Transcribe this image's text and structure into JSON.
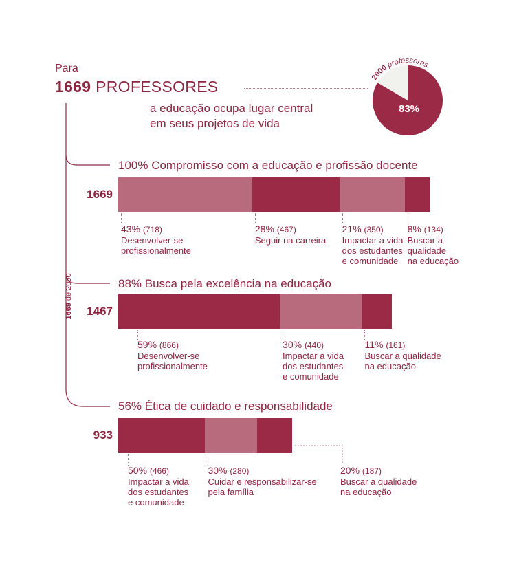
{
  "header": {
    "prefix": "Para",
    "count": "1669",
    "word": "PROFESSORES",
    "line1": "a educação ocupa lugar central",
    "line2": "em seus projetos de vida"
  },
  "pie": {
    "total_label": "2000",
    "total_word": "professores",
    "percent_label": "83%",
    "fraction": 0.8345,
    "colors": {
      "main": "#9a2a46",
      "rest": "#f1f2ee"
    }
  },
  "side_label": {
    "count": "1669",
    "rest": "de 2000"
  },
  "colors": {
    "dark": "#9a2a46",
    "light": "#b86b7c"
  },
  "chart_data": {
    "type": "bar",
    "stacked": true,
    "orientation": "horizontal",
    "groups": [
      {
        "title_pct": "100%",
        "title": "Compromisso com a educação e profissão docente",
        "total": 1669,
        "total_label": "1669",
        "segments": [
          {
            "pct": "43%",
            "count": "(718)",
            "value": 718,
            "line1": "Desenvolver-se",
            "line2": "profissionalmente",
            "line3": "",
            "shade": "light"
          },
          {
            "pct": "28%",
            "count": "(467)",
            "value": 467,
            "line1": "Seguir na carreira",
            "line2": "",
            "line3": "",
            "shade": "dark"
          },
          {
            "pct": "21%",
            "count": "(350)",
            "value": 350,
            "line1": "Impactar a vida",
            "line2": "dos estudantes",
            "line3": "e comunidade",
            "shade": "light"
          },
          {
            "pct": "8%",
            "count": "(134)",
            "value": 134,
            "line1": "Buscar a",
            "line2": "qualidade",
            "line3": "na educação",
            "shade": "dark"
          }
        ]
      },
      {
        "title_pct": "88%",
        "title": "Busca pela excelência na educação",
        "total": 1467,
        "total_label": "1467",
        "segments": [
          {
            "pct": "59%",
            "count": "(866)",
            "value": 866,
            "line1": "Desenvolver-se",
            "line2": "profissionalmente",
            "line3": "",
            "shade": "dark"
          },
          {
            "pct": "30%",
            "count": "(440)",
            "value": 440,
            "line1": "Impactar a vida",
            "line2": "dos estudantes",
            "line3": "e comunidade",
            "shade": "light"
          },
          {
            "pct": "11%",
            "count": "(161)",
            "value": 161,
            "line1": "Buscar a qualidade",
            "line2": "na educação",
            "line3": "",
            "shade": "dark"
          }
        ]
      },
      {
        "title_pct": "56%",
        "title": "Ética de cuidado e responsabilidade",
        "total": 933,
        "total_label": "933",
        "segments": [
          {
            "pct": "50%",
            "count": "(466)",
            "value": 466,
            "line1": "Impactar a vida",
            "line2": "dos estudantes",
            "line3": "e comunidade",
            "shade": "dark"
          },
          {
            "pct": "30%",
            "count": "(280)",
            "value": 280,
            "line1": "Cuidar e responsabilizar-se",
            "line2": "pela família",
            "line3": "",
            "shade": "light"
          },
          {
            "pct": "20%",
            "count": "(187)",
            "value": 187,
            "line1": "Buscar a qualidade",
            "line2": "na educação",
            "line3": "",
            "shade": "dark"
          }
        ]
      }
    ]
  }
}
